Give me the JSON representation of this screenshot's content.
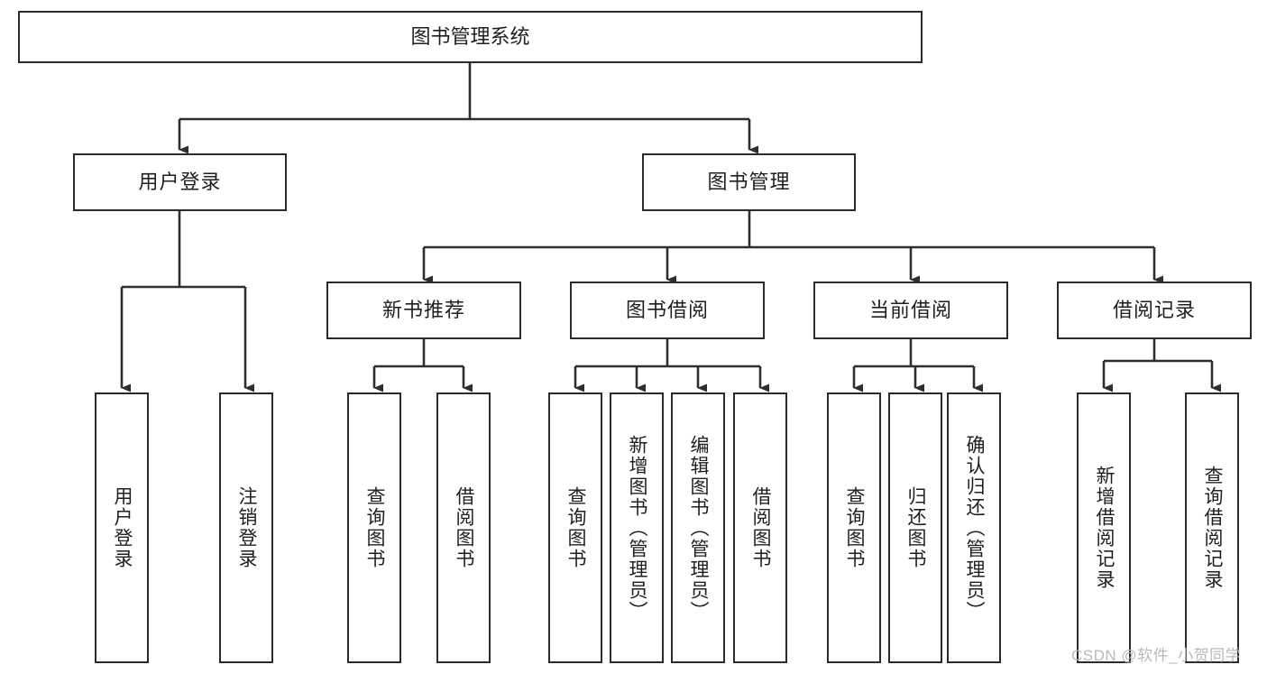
{
  "diagram": {
    "title": "图书管理系统",
    "type": "tree-hierarchy-diagram",
    "colors": {
      "box_border": "#2b2b2b",
      "box_fill": "#ffffff",
      "connector": "#333333",
      "background": "#ffffff",
      "watermark": "#b9b9b9"
    },
    "root": {
      "label": "图书管理系统"
    },
    "level2": [
      {
        "label": "用户登录"
      },
      {
        "label": "图书管理"
      }
    ],
    "level3": [
      {
        "label": "新书推荐"
      },
      {
        "label": "图书借阅"
      },
      {
        "label": "当前借阅"
      },
      {
        "label": "借阅记录"
      }
    ],
    "leaves": {
      "user_login": [
        {
          "label": "用户登录"
        },
        {
          "label": "注销登录"
        }
      ],
      "new_book_recommend": [
        {
          "label": "查询图书"
        },
        {
          "label": "借阅图书"
        }
      ],
      "book_borrow": [
        {
          "label": "查询图书"
        },
        {
          "label": "新增图书（管理员）"
        },
        {
          "label": "编辑图书（管理员）"
        },
        {
          "label": "借阅图书"
        }
      ],
      "current_borrow": [
        {
          "label": "查询图书"
        },
        {
          "label": "归还图书"
        },
        {
          "label": "确认归还（管理员）"
        }
      ],
      "borrow_record": [
        {
          "label": "新增借阅记录"
        },
        {
          "label": "查询借阅记录"
        }
      ]
    }
  },
  "watermark": {
    "text": "CSDN @软件_小贺同学"
  }
}
